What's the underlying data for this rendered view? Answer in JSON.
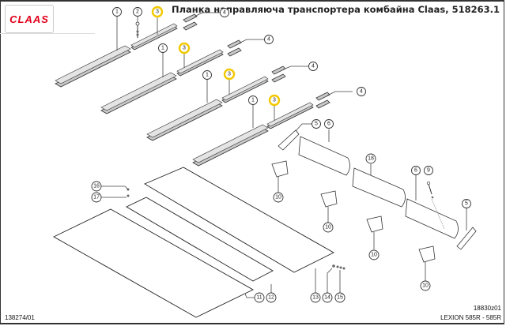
{
  "header": {
    "logo_text": "CLAAS",
    "title": "Планка направляюча транспортера комбайна Claas, 518263.1"
  },
  "footer": {
    "left_code": "138274/01",
    "diagram_code": "18830z01",
    "model": "LEXION 585R - 585R"
  },
  "colors": {
    "brand_red": "#e2001a",
    "highlight_yellow": "#f2c800"
  },
  "callouts": [
    {
      "id": "c1a",
      "label": "1"
    },
    {
      "id": "c2",
      "label": "2"
    },
    {
      "id": "c3a",
      "label": "3",
      "highlighted": true
    },
    {
      "id": "c4a",
      "label": "4"
    },
    {
      "id": "c1b",
      "label": "1"
    },
    {
      "id": "c3b",
      "label": "3",
      "highlighted": true
    },
    {
      "id": "c4b",
      "label": "4"
    },
    {
      "id": "c1c",
      "label": "1"
    },
    {
      "id": "c3c",
      "label": "3",
      "highlighted": true
    },
    {
      "id": "c4c",
      "label": "4"
    },
    {
      "id": "c1d",
      "label": "1"
    },
    {
      "id": "c3d",
      "label": "3",
      "highlighted": true
    },
    {
      "id": "c4d",
      "label": "4"
    },
    {
      "id": "c5a",
      "label": "5"
    },
    {
      "id": "c6a",
      "label": "6"
    },
    {
      "id": "c18",
      "label": "18"
    },
    {
      "id": "c6b",
      "label": "6"
    },
    {
      "id": "c9",
      "label": "9"
    },
    {
      "id": "c5b",
      "label": "5"
    },
    {
      "id": "c10a",
      "label": "10"
    },
    {
      "id": "c10b",
      "label": "10"
    },
    {
      "id": "c10c",
      "label": "10"
    },
    {
      "id": "c10d",
      "label": "10"
    },
    {
      "id": "c16",
      "label": "16"
    },
    {
      "id": "c17",
      "label": "17"
    },
    {
      "id": "c11",
      "label": "11"
    },
    {
      "id": "c12",
      "label": "12"
    },
    {
      "id": "c13",
      "label": "13"
    },
    {
      "id": "c14",
      "label": "14"
    },
    {
      "id": "c15",
      "label": "15"
    }
  ]
}
